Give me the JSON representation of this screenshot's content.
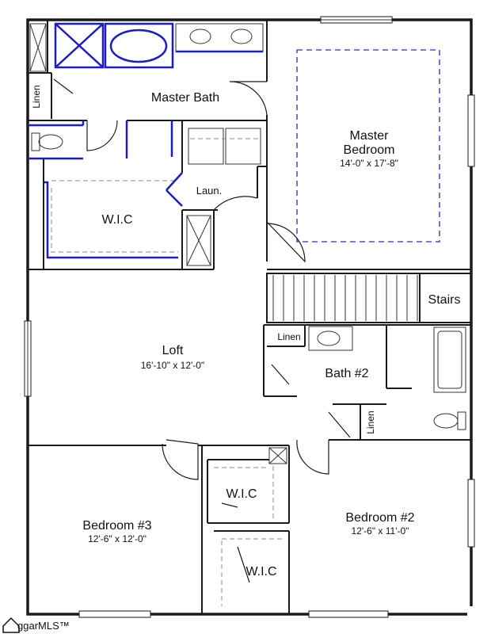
{
  "rooms": {
    "master_bath": "Master Bath",
    "master_bedroom_line1": "Master",
    "master_bedroom_line2": "Bedroom",
    "master_bedroom_dims": "14'-0\" x 17'-8\"",
    "linen_top": "Linen",
    "laundry": "Laun.",
    "wic_master": "W.I.C",
    "stairs": "Stairs",
    "loft": "Loft",
    "loft_dims": "16'-10\" x 12'-0\"",
    "linen_bath2": "Linen",
    "bath2": "Bath #2",
    "linen_right": "Linen",
    "wic_upper": "W.I.C",
    "wic_lower": "W.I.C",
    "bedroom3": "Bedroom #3",
    "bedroom3_dims": "12'-6\" x 12'-0\"",
    "bedroom2": "Bedroom #2",
    "bedroom2_dims": "12'-6\" x 11'-0\""
  },
  "watermark": {
    "text": "ggarMLS™"
  },
  "colors": {
    "wall": "#1a1a1a",
    "fixture_blue": "#1c1cc8"
  }
}
